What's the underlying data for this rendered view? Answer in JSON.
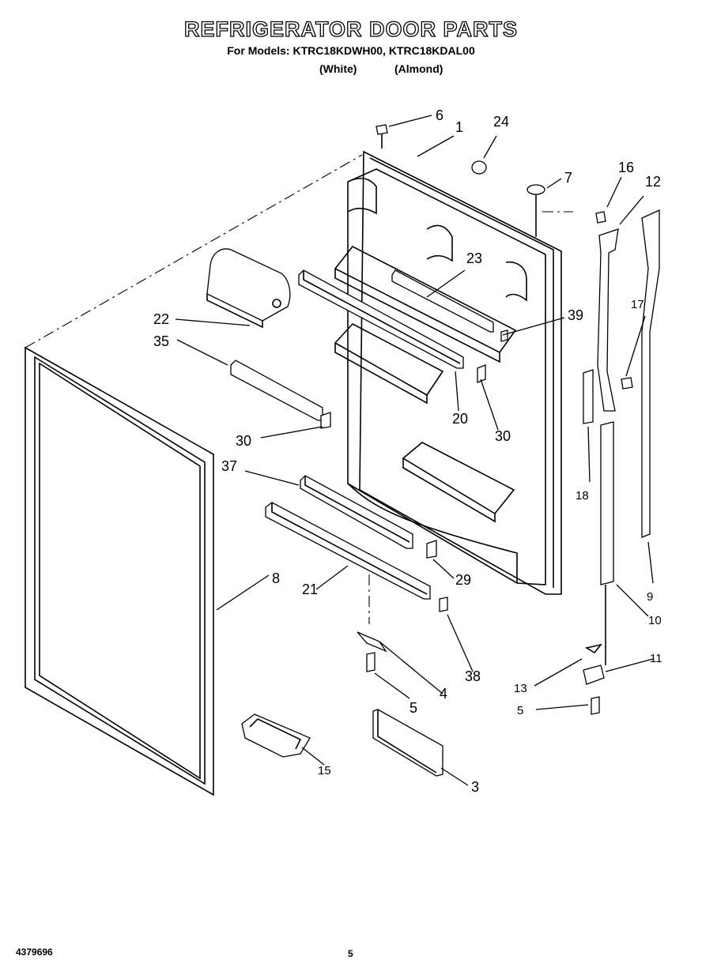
{
  "header": {
    "title": "REFRIGERATOR DOOR PARTS",
    "models_line": "For Models: KTRC18KDWH00, KTRC18KDAL00",
    "variant_white": "(White)",
    "variant_almond": "(Almond)"
  },
  "callouts": {
    "c1": "1",
    "c3": "3",
    "c4": "4",
    "c5a": "5",
    "c5b": "5",
    "c6": "6",
    "c7": "7",
    "c8": "8",
    "c9": "9",
    "c10": "10",
    "c11": "11",
    "c12": "12",
    "c13": "13",
    "c15": "15",
    "c16": "16",
    "c17": "17",
    "c18": "18",
    "c20": "20",
    "c21": "21",
    "c22": "22",
    "c23": "23",
    "c24": "24",
    "c29": "29",
    "c30a": "30",
    "c30b": "30",
    "c35": "35",
    "c37": "37",
    "c38": "38",
    "c39": "39"
  },
  "footer": {
    "doc_number": "4379696",
    "page_number": "5"
  }
}
